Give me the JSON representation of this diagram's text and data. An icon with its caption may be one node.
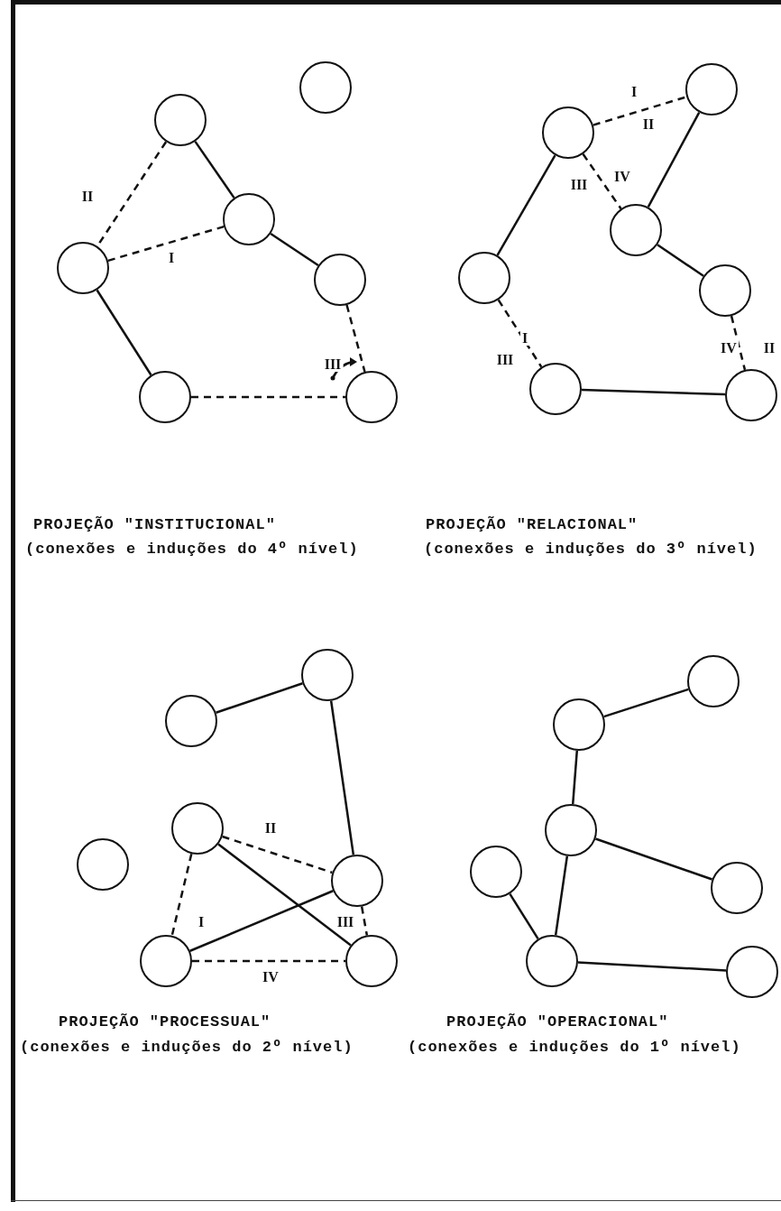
{
  "diagram": {
    "nodes": [
      {
        "text": [],
        "shape": "circle"
      },
      {
        "text": [],
        "shape": "circle"
      },
      {
        "text": [],
        "shape": "circle"
      },
      {
        "text": [],
        "shape": "circle"
      },
      {
        "text": [],
        "shape": "circle"
      },
      {
        "text": [],
        "shape": "circle"
      },
      {
        "text": [],
        "shape": "circle"
      },
      {
        "text": [],
        "shape": "circle"
      },
      {
        "text": [],
        "shape": "circle"
      },
      {
        "text": [],
        "shape": "circle"
      },
      {
        "text": [],
        "shape": "circle"
      },
      {
        "text": [],
        "shape": "circle"
      },
      {
        "text": [],
        "shape": "circle"
      },
      {
        "text": [],
        "shape": "circle"
      },
      {
        "text": [],
        "shape": "circle"
      },
      {
        "text": [],
        "shape": "circle"
      },
      {
        "text": [],
        "shape": "circle"
      },
      {
        "text": [],
        "shape": "circle"
      },
      {
        "text": [],
        "shape": "circle"
      },
      {
        "text": [],
        "shape": "circle"
      },
      {
        "text": [],
        "shape": "circle"
      },
      {
        "text": [],
        "shape": "circle"
      },
      {
        "text": [],
        "shape": "circle"
      },
      {
        "text": [],
        "shape": "circle"
      },
      {
        "text": [],
        "shape": "circle"
      },
      {
        "text": [],
        "shape": "circle"
      },
      {
        "text": [],
        "shape": "circle"
      },
      {
        "text": [],
        "shape": "circle"
      }
    ],
    "edges": [
      {
        "from": 1,
        "to": 3,
        "arrow": "none",
        "style": "dashed",
        "label": "II"
      },
      {
        "from": 1,
        "to": 2,
        "arrow": "none"
      },
      {
        "from": 3,
        "to": 2,
        "arrow": "none",
        "style": "dashed",
        "label": "I"
      },
      {
        "from": 2,
        "to": 4,
        "arrow": "none"
      },
      {
        "from": 3,
        "to": 5,
        "arrow": "none"
      },
      {
        "from": 4,
        "to": 6,
        "arrow": "none",
        "style": "dashed",
        "label": "III"
      },
      {
        "from": 5,
        "to": 6,
        "arrow": "none",
        "style": "dashed"
      },
      {
        "from": 8,
        "to": 7,
        "arrow": "none",
        "style": "dashed",
        "label": "I"
      },
      {
        "from": 8,
        "to": 9,
        "arrow": "none",
        "style": "dashed",
        "label": "III"
      },
      {
        "from": 8,
        "to": 10,
        "arrow": "none"
      },
      {
        "from": 7,
        "to": 9,
        "arrow": "none"
      },
      {
        "from": 9,
        "to": 11,
        "arrow": "none"
      },
      {
        "from": 10,
        "to": 12,
        "arrow": "none",
        "style": "dashed",
        "label": "I"
      },
      {
        "from": 11,
        "to": 13,
        "arrow": "none",
        "style": "dashed",
        "label": "II"
      },
      {
        "from": 12,
        "to": 13,
        "arrow": "none"
      },
      {
        "from": 15,
        "to": 14,
        "arrow": "none"
      },
      {
        "from": 14,
        "to": 18,
        "arrow": "none"
      },
      {
        "from": 16,
        "to": 18,
        "arrow": "none",
        "style": "dashed",
        "label": "II"
      },
      {
        "from": 16,
        "to": 19,
        "arrow": "none",
        "style": "dashed",
        "label": "I"
      },
      {
        "from": 16,
        "to": 20,
        "arrow": "none"
      },
      {
        "from": 18,
        "to": 19,
        "arrow": "none"
      },
      {
        "from": 18,
        "to": 20,
        "arrow": "none",
        "style": "dashed",
        "label": "III"
      },
      {
        "from": 19,
        "to": 20,
        "arrow": "none",
        "style": "dashed",
        "label": "IV"
      },
      {
        "from": 22,
        "to": 21,
        "arrow": "none"
      },
      {
        "from": 22,
        "to": 23,
        "arrow": "none"
      },
      {
        "from": 23,
        "to": 25,
        "arrow": "none"
      },
      {
        "from": 23,
        "to": 26,
        "arrow": "none"
      },
      {
        "from": 24,
        "to": 26,
        "arrow": "none"
      },
      {
        "from": 26,
        "to": 27,
        "arrow": "none"
      }
    ],
    "labels": [
      "II",
      "IV",
      "IV",
      "III",
      "PROJEÇÃO \"INSTITUCIONAL\"",
      "PROJEÇÃO \"RELACIONAL\"",
      "(conexões e induções do 4º nível)",
      "(conexões e induções do 3º nível)",
      "PROJEÇÃO \"PROCESSUAL\"",
      "PROJEÇÃO \"OPERACIONAL\"",
      "(conexões e induções do 2º nível)",
      "(conexões e induções do 1º nível)"
    ]
  }
}
